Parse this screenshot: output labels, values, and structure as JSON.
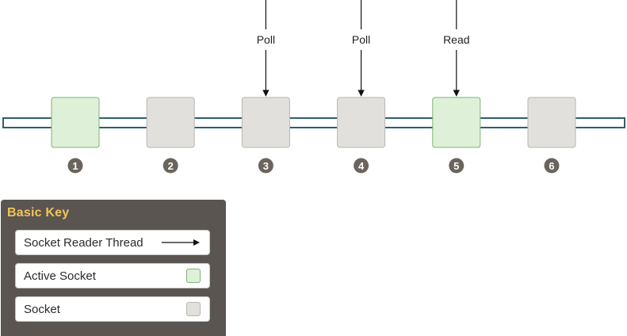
{
  "diagram": {
    "sockets": [
      {
        "number": "1",
        "state": "active"
      },
      {
        "number": "2",
        "state": "socket"
      },
      {
        "number": "3",
        "state": "socket"
      },
      {
        "number": "4",
        "state": "socket"
      },
      {
        "number": "5",
        "state": "active"
      },
      {
        "number": "6",
        "state": "socket"
      }
    ],
    "threads": [
      {
        "socket": 3,
        "label": "Poll"
      },
      {
        "socket": 4,
        "label": "Poll"
      },
      {
        "socket": 5,
        "label": "Read"
      }
    ]
  },
  "key": {
    "title": "Basic Key",
    "items": [
      {
        "label": "Socket Reader Thread",
        "symbol": "arrow"
      },
      {
        "label": "Active Socket",
        "symbol": "active-swatch"
      },
      {
        "label": "Socket",
        "symbol": "socket-swatch"
      }
    ]
  },
  "colors": {
    "active_fill": "#dff0d8",
    "active_border": "#7fb077",
    "socket_fill": "#e1e0dd",
    "socket_border": "#b8b6b2",
    "rail_border": "#2f5f6b",
    "badge": "#6b645d",
    "key_background": "#5a5550",
    "key_title": "#f2c45a"
  }
}
